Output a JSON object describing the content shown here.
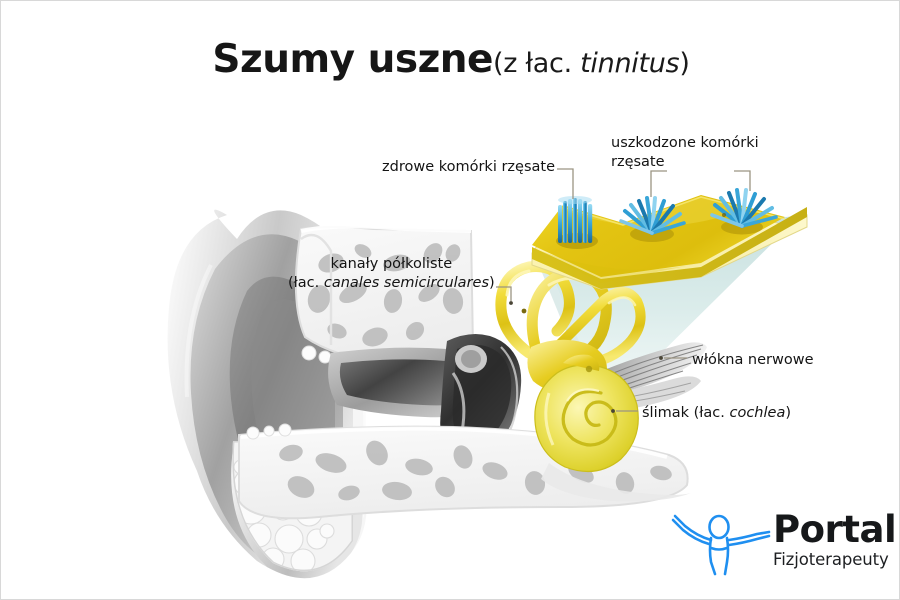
{
  "title": {
    "main": "Szumy uszne",
    "parenthetical_prefix": "(z łac. ",
    "parenthetical_latin": "tinnitus",
    "parenthetical_suffix": ")"
  },
  "labels": {
    "healthy_cells": "zdrowe komórki rzęsate",
    "damaged_cells_line1": "uszkodzone komórki",
    "damaged_cells_line2": "rzęsate",
    "semicircular_canals_line1": "kanały półkoliste",
    "semicircular_canals_lat_open": "(łac. ",
    "semicircular_canals_lat_italic": "canales semicirculares",
    "semicircular_canals_lat_close": ")",
    "nerve_fibers": "włókna nerwowe",
    "cochlea_prefix": "ślimak (łac. ",
    "cochlea_latin": "cochlea",
    "cochlea_suffix": ")"
  },
  "logo": {
    "name": "Portal",
    "tagline": "Fizjoterapeuty",
    "mark": "person-figure-icon",
    "mark_color": "#1f8ff0"
  },
  "illustration": {
    "description": "anatomical-cross-section-of-human-ear-with-magnified-hair-cells",
    "parts": [
      "outer-ear-pinna",
      "ear-canal",
      "bone-tissue",
      "middle-ear-cavity",
      "semicircular-canals",
      "cochlea",
      "nerve-fibers",
      "magnification-cone",
      "basilar-membrane-inset",
      "healthy-hair-cell",
      "damaged-hair-cell-1",
      "damaged-hair-cell-2"
    ]
  },
  "colors": {
    "background": "#ffffff",
    "border": "#d8d8d8",
    "text": "#141414",
    "inner_ear_yellow": "#e8c51d",
    "inner_ear_yellow_light": "#f2e27a",
    "membrane_gold": "#e0c019",
    "membrane_edge": "#f6eea6",
    "cone_blue": "#cfe4e2",
    "hair_cell_blue": "#3fa9dd",
    "hair_cell_blue_dark": "#1a73a8",
    "bone_gray": "#f2f2f2",
    "tissue_gray": "#b8b8b8",
    "cavity_dark": "#3c3c3c",
    "leader_line": "#8b8570",
    "logo_blue": "#1f8ff0"
  }
}
